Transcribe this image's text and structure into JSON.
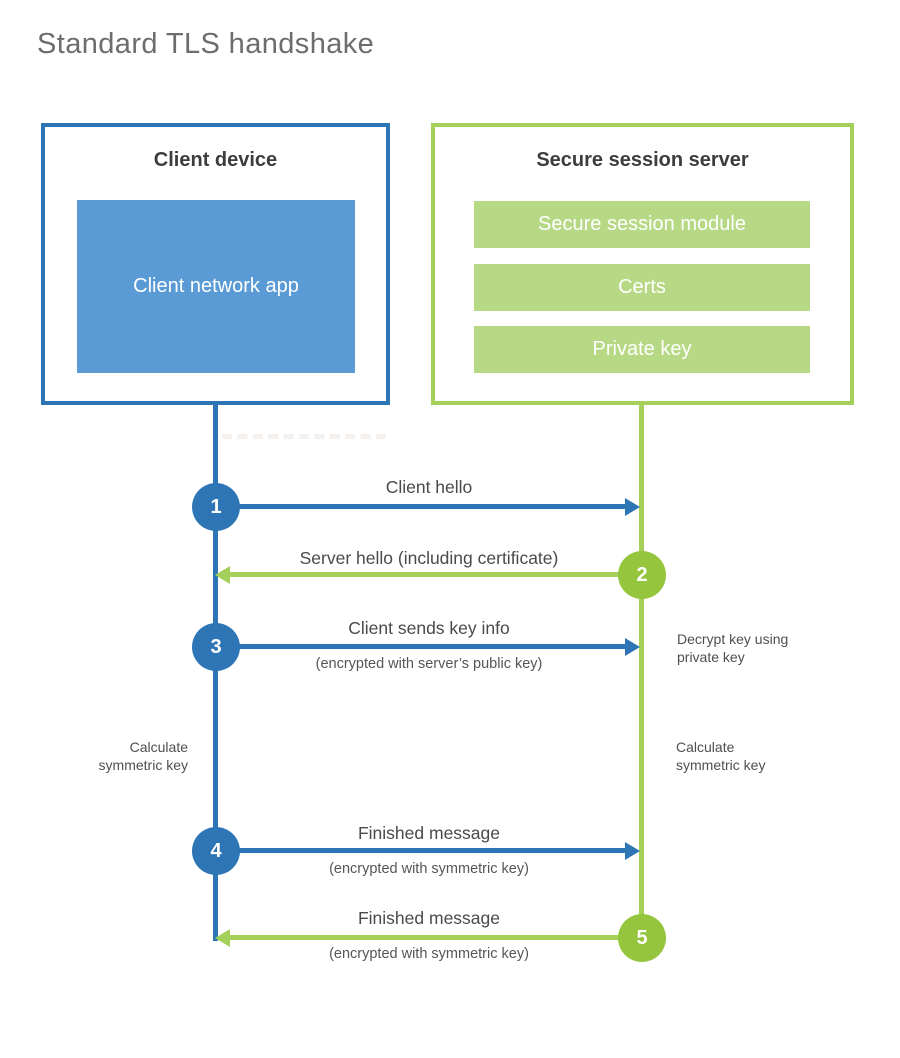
{
  "title": "Standard TLS handshake",
  "client": {
    "title": "Client device",
    "app": "Client network app"
  },
  "server": {
    "title": "Secure session server",
    "modules": [
      "Secure session module",
      "Certs",
      "Private key"
    ]
  },
  "steps": [
    {
      "num": "1",
      "label": "Client hello",
      "direction": "client-to-server"
    },
    {
      "num": "2",
      "label": "Server hello (including certificate)",
      "direction": "server-to-client"
    },
    {
      "num": "3",
      "label": "Client sends key info",
      "sub": "(encrypted with server’s public key)",
      "direction": "client-to-server"
    },
    {
      "num": "4",
      "label": "Finished message",
      "sub": "(encrypted with symmetric key)",
      "direction": "client-to-server"
    },
    {
      "num": "5",
      "label": "Finished message",
      "sub": "(encrypted with symmetric key)",
      "direction": "server-to-client"
    }
  ],
  "notes": {
    "decrypt": "Decrypt key using\nprivate key",
    "calc_left": "Calculate\nsymmetric key",
    "calc_right": "Calculate\nsymmetric key"
  },
  "colors": {
    "blue": "#2e75b6",
    "blue_fill": "#5b9bd5",
    "green_line": "#a4d05a",
    "green_circle": "#95c53d",
    "green_bar": "#b7d985",
    "heading_text": "#3d3d3d",
    "title_text": "#6d6d6d"
  }
}
